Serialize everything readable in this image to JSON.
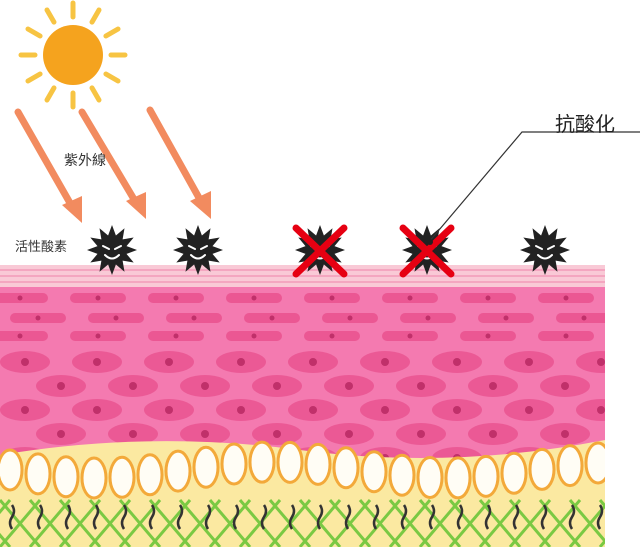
{
  "labels": {
    "uv": "紫外線",
    "ros": "活性酸素",
    "antioxidant": "抗酸化"
  },
  "colors": {
    "sun": "#f5a31e",
    "sun_rays": "#f7c443",
    "uv_arrows": "#f28b5f",
    "skin_pink": "#f47ab0",
    "cells": "#e9518e",
    "epidermis": "#f7c6cf",
    "dermis_cells_outline": "#f3a93a",
    "fat_layer": "#fbe9a1",
    "fibers_green": "#7ac943",
    "fibers_dark": "#333333",
    "ros_molecule": "#222222",
    "cross": "#e60012"
  },
  "icons": {
    "sun": "sun-icon",
    "uv_arrow": "arrow-down-right-icon",
    "ros": "spiky-molecule-icon",
    "neutralized": "cross-x-icon"
  },
  "molecules": [
    {
      "state": "active"
    },
    {
      "state": "active"
    },
    {
      "state": "neutralized"
    },
    {
      "state": "neutralized"
    },
    {
      "state": "active"
    }
  ]
}
